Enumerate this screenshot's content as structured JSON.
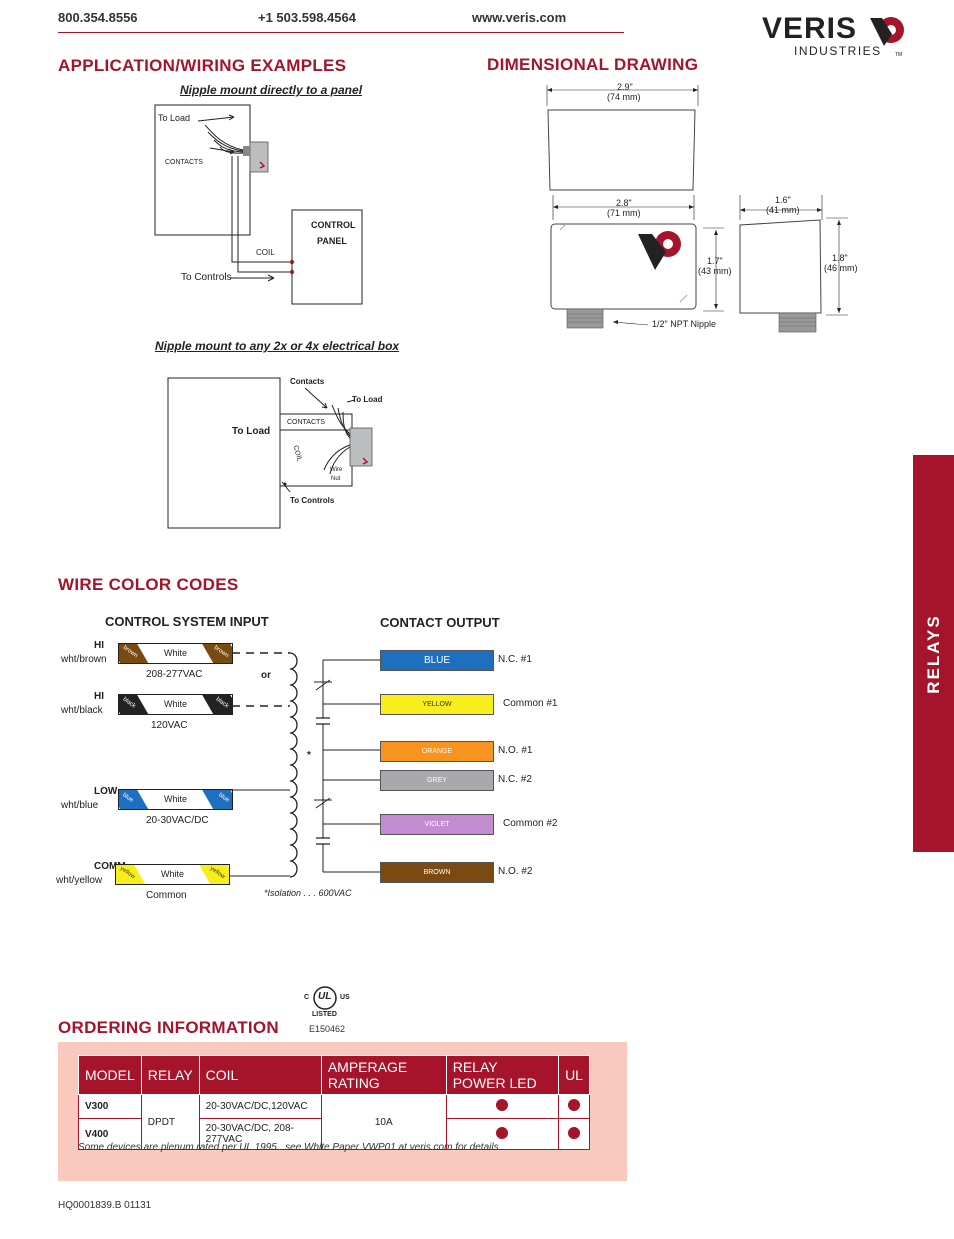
{
  "header": {
    "phone1": "800.354.8556",
    "phone2": "+1 503.598.4564",
    "website": "www.veris.com",
    "brand": "VERIS",
    "brand_sub": "INDUSTRIES",
    "tm": "TM"
  },
  "sections": {
    "application": "APPLICATION/WIRING EXAMPLES",
    "dimensional": "DIMENSIONAL DRAWING",
    "wire_codes": "WIRE COLOR CODES",
    "ordering": "ORDERING INFORMATION"
  },
  "side_tab": "RELAYS",
  "wiring1": {
    "caption": "Nipple mount directly to a panel",
    "to_load": "To Load",
    "contacts": "CONTACTS",
    "control": "CONTROL",
    "panel": "PANEL",
    "coil": "COIL",
    "to_controls": "To Controls"
  },
  "wiring2": {
    "caption": "Nipple mount to any 2x or 4x electrical box",
    "contacts": "Contacts",
    "to_load_small": "To Load",
    "to_load": "To Load",
    "contacts_box": "CONTACTS",
    "coil": "COIL",
    "wire": "Wire",
    "nut": "Nut",
    "to_controls": "To Controls"
  },
  "dimensions": {
    "top_width_in": "2.9\"",
    "top_width_mm": "(74 mm)",
    "bottom_width_in": "2.8\"",
    "bottom_width_mm": "(71 mm)",
    "height_in": "1.7\"",
    "height_mm": "(43 mm)",
    "side_width_in": "1.6\"",
    "side_width_mm": "(41 mm)",
    "side_height_in": "1.8\"",
    "side_height_mm": "(46 mm)",
    "nipple": "1/2\" NPT Nipple"
  },
  "wire_codes": {
    "input_title": "CONTROL SYSTEM INPUT",
    "output_title": "CONTACT OUTPUT",
    "or": "or",
    "asterisk": "*",
    "isolation": "*Isolation . . . 600VAC",
    "inputs": [
      {
        "name": "HI",
        "colors": "wht/brown",
        "stripe": "White",
        "tag": "brown",
        "voltage": "208-277VAC"
      },
      {
        "name": "HI",
        "colors": "wht/black",
        "stripe": "White",
        "tag": "black",
        "voltage": "120VAC"
      },
      {
        "name": "LOW",
        "colors": "wht/blue",
        "stripe": "White",
        "tag": "blue",
        "voltage": "20-30VAC/DC"
      },
      {
        "name": "COMM",
        "colors": "wht/yellow",
        "stripe": "White",
        "tag": "yellow",
        "voltage": "Common"
      }
    ],
    "outputs": [
      {
        "color": "BLUE",
        "hex": "#1f6fc0",
        "text_hex": "#ffffff",
        "label": "N.C. #1"
      },
      {
        "color": "YELLOW",
        "hex": "#f7ee1c",
        "text_hex": "#333333",
        "label": "Common #1"
      },
      {
        "color": "ORANGE",
        "hex": "#f7931e",
        "text_hex": "#ffffff",
        "label": "N.O. #1"
      },
      {
        "color": "GREY",
        "hex": "#a7a9ac",
        "text_hex": "#ffffff",
        "label": "N.C. #2"
      },
      {
        "color": "VIOLET",
        "hex": "#c38cd0",
        "text_hex": "#ffffff",
        "label": "Common #2"
      },
      {
        "color": "BROWN",
        "hex": "#7b4a12",
        "text_hex": "#ffffff",
        "label": "N.O. #2"
      }
    ]
  },
  "ul": {
    "c": "C",
    "us": "US",
    "ul": "UL",
    "listed": "LISTED",
    "number": "E150462"
  },
  "ordering": {
    "headers": [
      "MODEL",
      "RELAY",
      "COIL",
      "AMPERAGE RATING",
      "RELAY POWER LED",
      "UL"
    ],
    "rows": [
      {
        "model": "V300",
        "coil": "20-30VAC/DC,120VAC"
      },
      {
        "model": "V400",
        "coil": "20-30VAC/DC, 208-277VAC"
      }
    ],
    "relay": "DPDT",
    "amperage": "10A",
    "note": "Some devices are plenum rated per UL 1995...see White Paper VWP01 at veris.com for details"
  },
  "footer": "HQ0001839.B    01131"
}
